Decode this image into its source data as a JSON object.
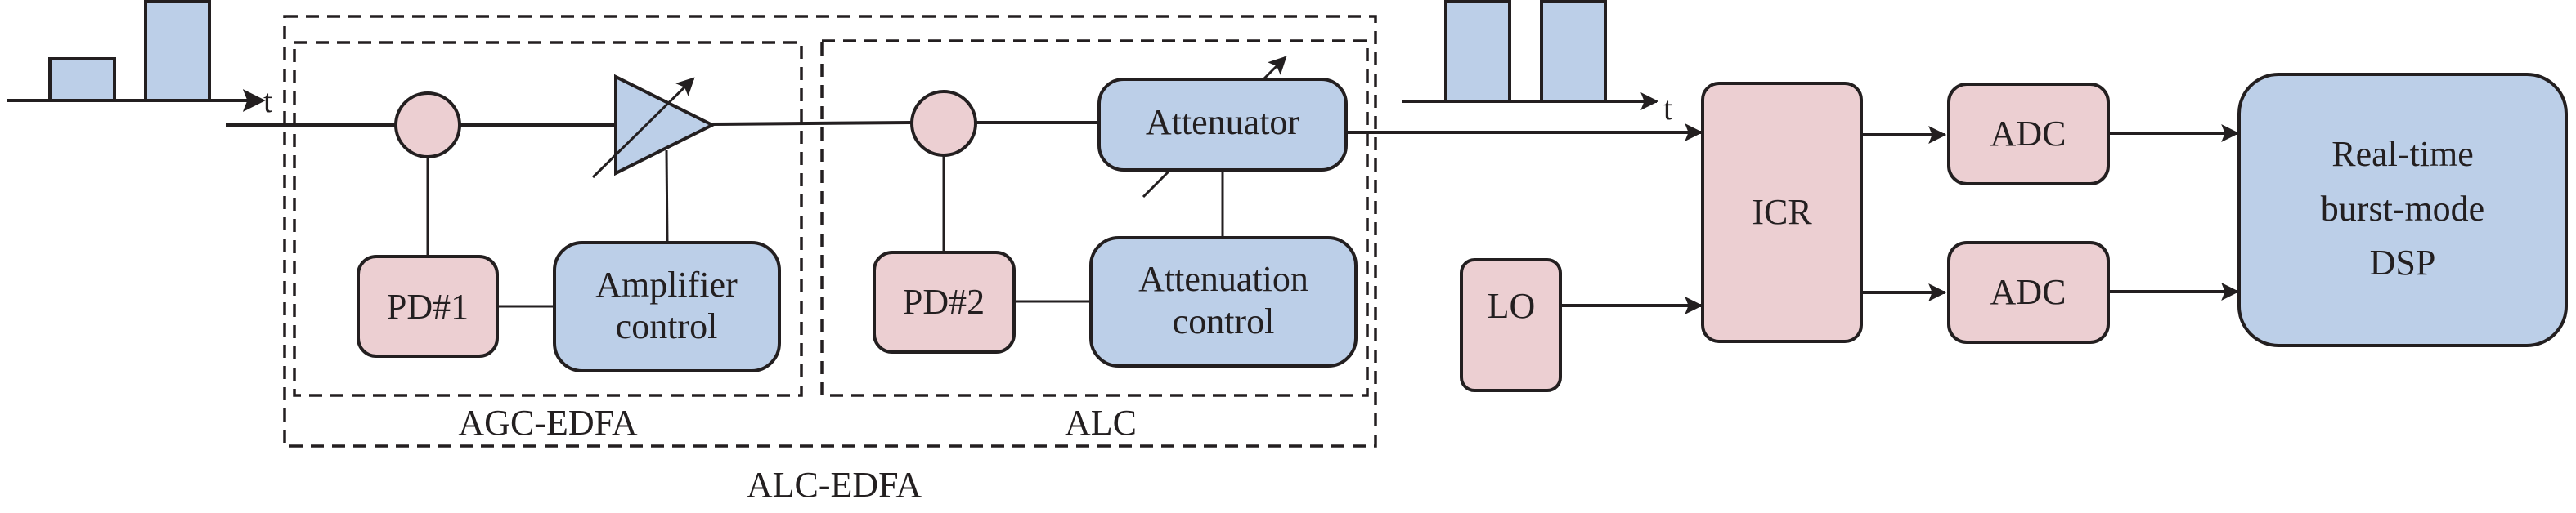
{
  "colors": {
    "pink": "#ECCFD2",
    "blue": "#BCCFE8",
    "line": "#231f20"
  },
  "input_signal": {
    "axis_label": "t",
    "pulses": [
      {
        "relative_amplitude": "low"
      },
      {
        "relative_amplitude": "high"
      }
    ]
  },
  "output_signal": {
    "axis_label": "t",
    "pulses": [
      {
        "relative_amplitude": "equal"
      },
      {
        "relative_amplitude": "equal"
      }
    ]
  },
  "groups": {
    "outer_label": "ALC-EDFA",
    "agc_label": "AGC-EDFA",
    "alc_label": "ALC"
  },
  "blocks": {
    "pd1": "PD#1",
    "amp_control_line1": "Amplifier",
    "amp_control_line2": "control",
    "pd2": "PD#2",
    "attenuator": "Attenuator",
    "atten_control_line1": "Attenuation",
    "atten_control_line2": "control",
    "lo": "LO",
    "icr": "ICR",
    "adc1": "ADC",
    "adc2": "ADC",
    "dsp_line1": "Real-time",
    "dsp_line2": "burst-mode",
    "dsp_line3": "DSP"
  }
}
